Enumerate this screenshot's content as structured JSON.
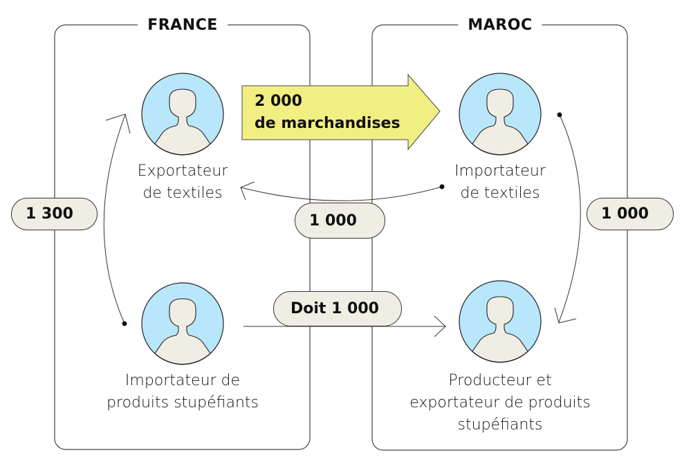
{
  "countries": {
    "france": {
      "title": "FRANCE"
    },
    "maroc": {
      "title": "MAROC"
    }
  },
  "actors": {
    "france_exporter": {
      "line1": "Exportateur",
      "line2": "de textiles"
    },
    "france_importer": {
      "line1": "Importateur de",
      "line2": "produits stupéfiants"
    },
    "maroc_importer": {
      "line1": "Importateur",
      "line2": "de textiles"
    },
    "maroc_producer": {
      "line1": "Producteur et",
      "line2": "exportateur de produits",
      "line3": "stupéfiants"
    }
  },
  "flows": {
    "goods": {
      "amount": "2 000",
      "label": "de marchandises"
    },
    "france_internal": {
      "value": "1 300"
    },
    "cross_payment": {
      "value": "1 000"
    },
    "maroc_internal": {
      "value": "1 000"
    },
    "debt": {
      "value": "Doit 1 000"
    }
  },
  "colors": {
    "avatar_bg": "#b8e6fb",
    "avatar_figure": "#f0eee4",
    "pill_bg": "#f0eee4",
    "goods_arrow": "#f2ef82",
    "line": "#333333"
  }
}
